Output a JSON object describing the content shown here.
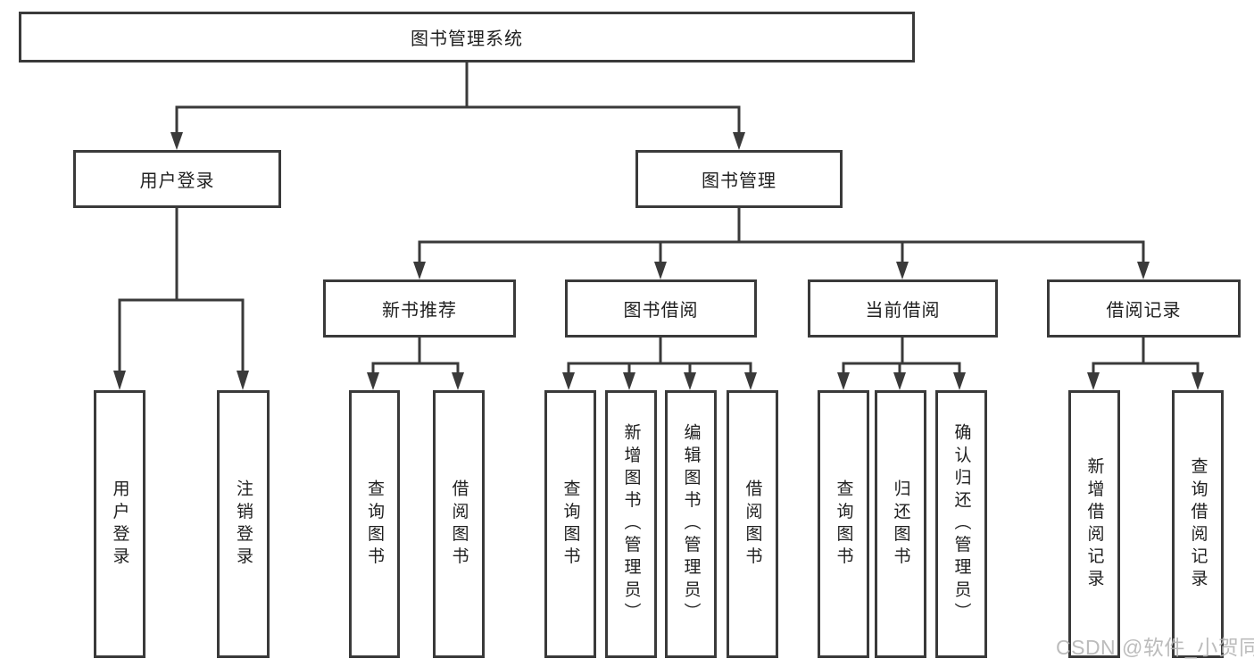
{
  "diagram": {
    "title_node": {
      "label": "图书管理系统"
    },
    "level2": {
      "user_login": {
        "label": "用户登录"
      },
      "book_management": {
        "label": "图书管理"
      }
    },
    "level3": {
      "new_book_recommend": {
        "label": "新书推荐"
      },
      "book_borrow": {
        "label": "图书借阅"
      },
      "current_borrow": {
        "label": "当前借阅"
      },
      "borrow_record": {
        "label": "借阅记录"
      }
    },
    "leaves": {
      "user": [
        "用户登录",
        "注销登录"
      ],
      "newbook": [
        "查询图书",
        "借阅图书"
      ],
      "borrow": [
        "查询图书",
        "新增图书（管理员）",
        "编辑图书（管理员）",
        "借阅图书"
      ],
      "current": [
        "查询图书",
        "归还图书",
        "确认归还（管理员）"
      ],
      "record": [
        "新增借阅记录",
        "查询借阅记录"
      ]
    }
  },
  "watermark": "CSDN @软件_小贺同学",
  "colors": {
    "line": "#3a3a3a",
    "text": "#1f1f1f",
    "watermark": "#b5b5b5",
    "background": "#ffffff"
  }
}
